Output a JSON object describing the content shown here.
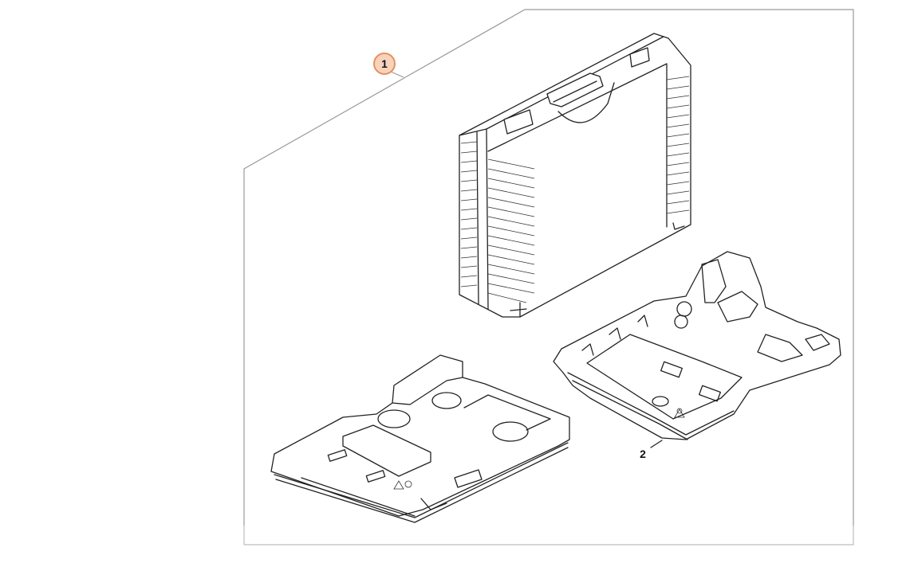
{
  "diagram": {
    "callouts": [
      {
        "id": "1",
        "label": "1",
        "style": "circled",
        "accent": "#e9905a"
      },
      {
        "id": "2",
        "label": "2",
        "style": "plain"
      }
    ],
    "parts": [
      {
        "ref": "1",
        "name": "carrying-case-kit"
      },
      {
        "ref": "2",
        "name": "case-insert-tray"
      }
    ]
  }
}
